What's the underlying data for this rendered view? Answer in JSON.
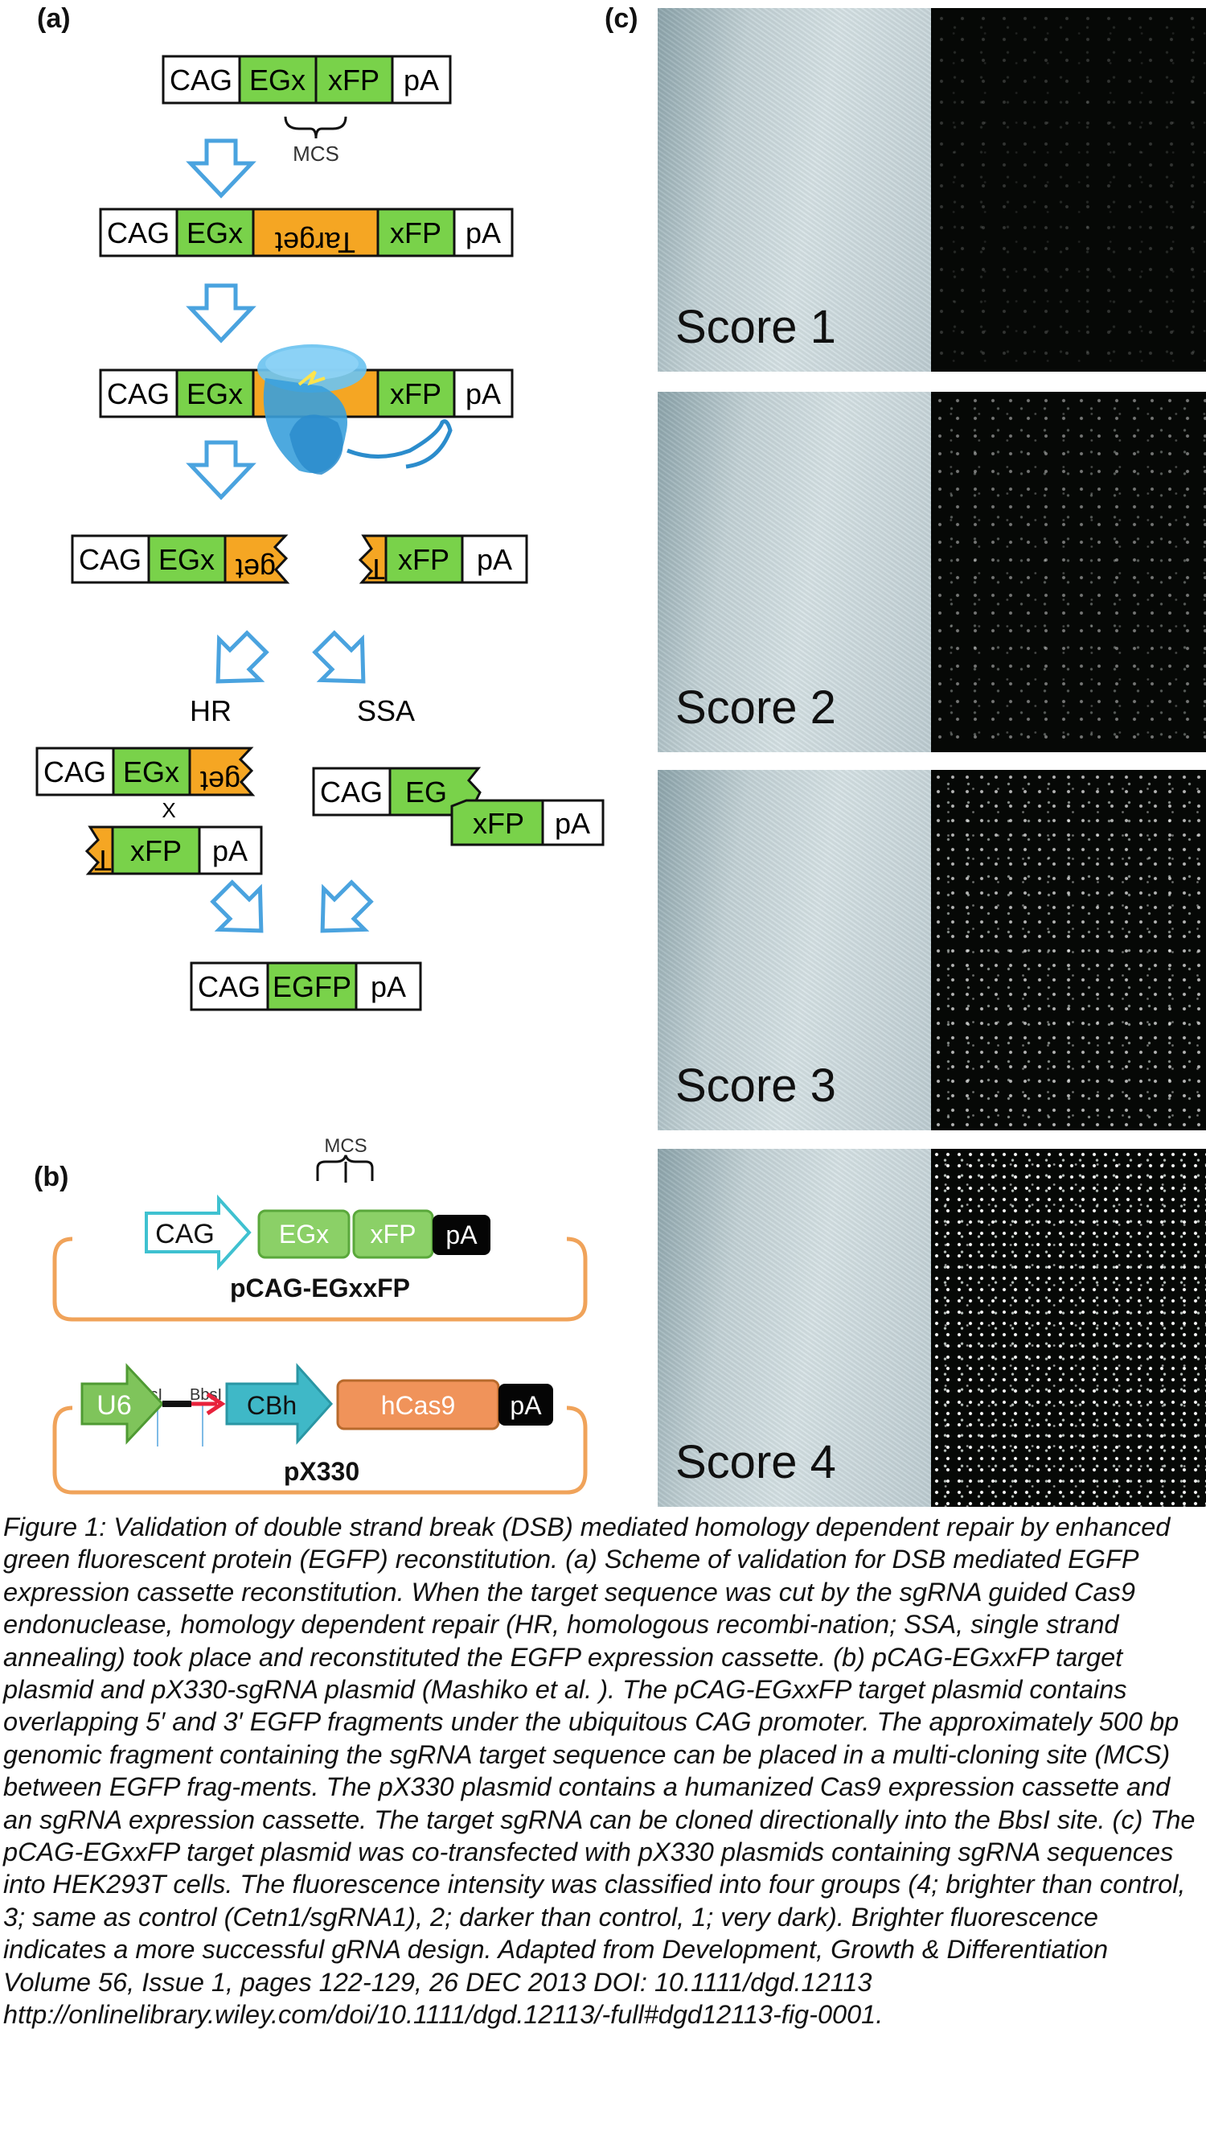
{
  "panels": {
    "a": "(a)",
    "b": "(b)",
    "c": "(c)"
  },
  "cassette": {
    "cag": "CAG",
    "egx": "EGx",
    "xfp": "xFP",
    "pa": "pA",
    "target": "Target",
    "target_frag_left": "get",
    "target_frag_right": "T",
    "egfp": "EGFP",
    "eg_frag": "EG",
    "xfp_frag": "xFP",
    "mcs": "MCS",
    "hr": "HR",
    "ssa": "SSA",
    "cross": "X"
  },
  "plasmids": {
    "mcs": "MCS",
    "cag": "CAG",
    "egx": "EGx",
    "xfp": "xFP",
    "pa": "pA",
    "name1": "pCAG-EGxxFP",
    "bbsi_1": "BbsI",
    "bbsi_2": "BbsI",
    "u6": "U6",
    "cbh": "CBh",
    "hcas9": "hCas9",
    "pa2": "pA",
    "name2": "pX330"
  },
  "scores": [
    "Score 1",
    "Score 2",
    "Score 3",
    "Score 4"
  ],
  "score_brightness": [
    0.03,
    0.35,
    0.65,
    1.0
  ],
  "colors": {
    "green": "#79d24a",
    "orange": "#f5a623",
    "blue_arrow": "#4aa3df",
    "cas9": "#3aa0dc",
    "plasmid_outline": "#f0a35a",
    "cyan_arrow": "#3fc1d0",
    "hcas9": "#f0935a"
  },
  "caption": "Figure 1: Validation of double strand break (DSB) mediated homology dependent repair by enhanced green fluorescent protein (EGFP) reconstitution. (a) Scheme of validation for DSB mediated EGFP expression cassette reconstitution. When the target sequence was cut by the sgRNA guided Cas9 endonuclease, homology dependent repair (HR, homologous recombi-nation; SSA, single strand annealing) took place and reconstituted the EGFP expression cassette. (b) pCAG-EGxxFP target plasmid and pX330-sgRNA plasmid (Mashiko et al. ). The pCAG-EGxxFP target plasmid contains overlapping 5′ and 3′ EGFP fragments under the ubiquitous CAG promoter. The approximately 500 bp genomic fragment containing the sgRNA target sequence can be placed in a multi-cloning site (MCS) between EGFP frag-ments. The pX330 plasmid contains a humanized Cas9 expression cassette and an sgRNA expression cassette. The target sgRNA can be cloned directionally into the BbsI site. (c) The pCAG-EGxxFP target plasmid was co-transfected with pX330 plasmids containing sgRNA sequences into HEK293T cells. The fluorescence intensity was classified into four groups (4; brighter than control, 3; same as control (Cetn1/sgRNA1), 2; darker than control, 1; very dark). Brighter fluorescence indicates a more successful gRNA design. Adapted from Development, Growth & Differentiation Volume 56, Issue 1, pages 122-129, 26 DEC 2013 DOI: 10.1111/dgd.12113 http://onlinelibrary.wiley.com/doi/10.1111/dgd.12113/-full#dgd12113-fig-0001."
}
